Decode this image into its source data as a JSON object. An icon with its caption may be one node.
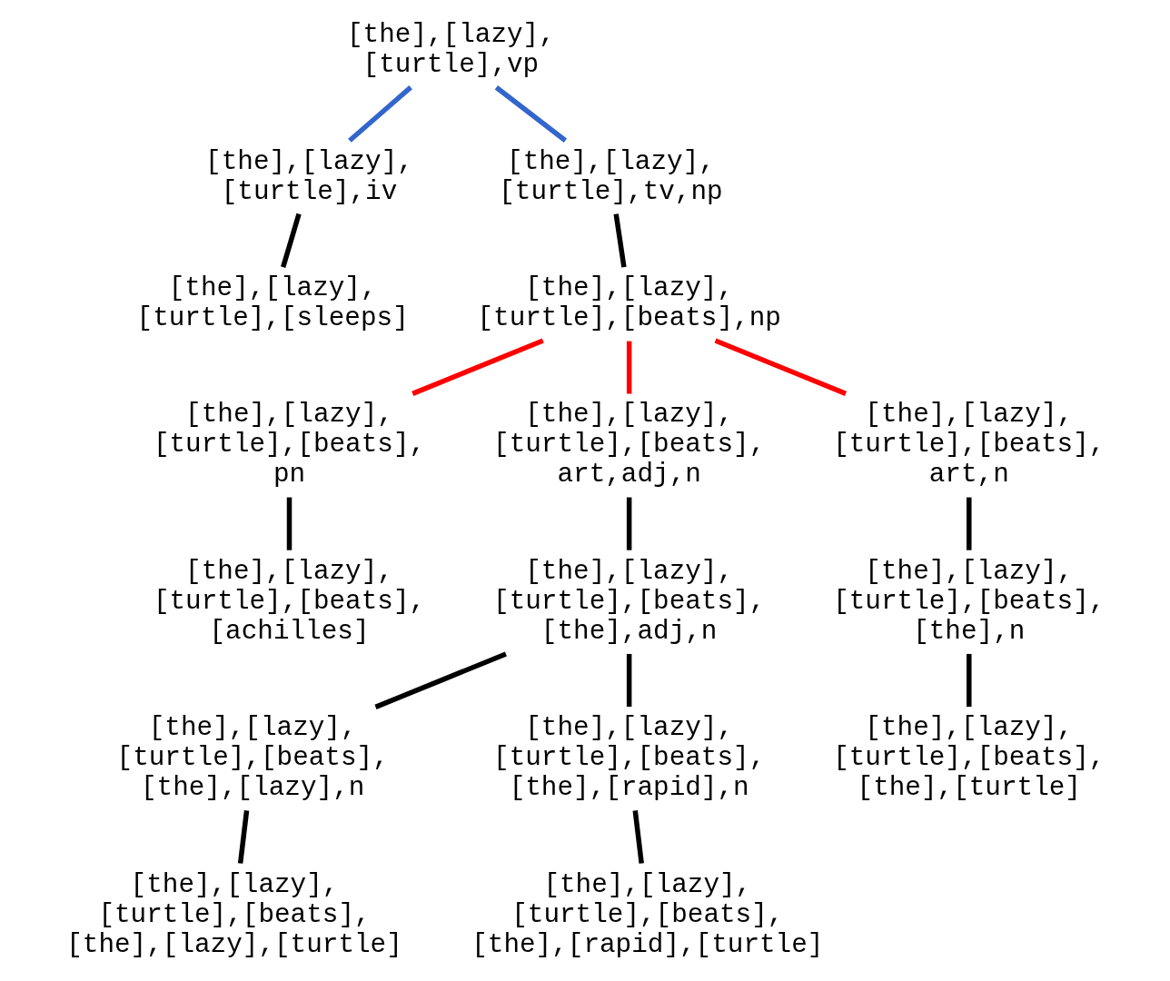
{
  "diagram": {
    "nodes": [
      {
        "text": [
          "[the],[lazy], [turtle],vp"
        ]
      },
      {
        "text": [
          "[the],[lazy], [turtle],iv"
        ]
      },
      {
        "text": [
          "[the],[lazy], [turtle],tv,np"
        ]
      },
      {
        "text": [
          "[the],[lazy], [turtle],[sleeps]"
        ]
      },
      {
        "text": [
          "[the],[lazy], [turtle],[beats],np"
        ]
      },
      {
        "text": [
          "[the],[lazy], [turtle],[beats], pn"
        ]
      },
      {
        "text": [
          "[the],[lazy], [turtle],[beats], art,adj,n"
        ]
      },
      {
        "text": [
          "[the],[lazy], [turtle],[beats], art,n"
        ]
      },
      {
        "text": [
          "[the],[lazy], [turtle],[beats], [achilles]"
        ]
      },
      {
        "text": [
          "[the],[lazy], [turtle],[beats], [the],adj,n"
        ]
      },
      {
        "text": [
          "[the],[lazy], [turtle],[beats], [the],n"
        ]
      },
      {
        "text": [
          "[the],[lazy], [turtle],[beats], [the],[lazy],n"
        ]
      },
      {
        "text": [
          "[the],[lazy], [turtle],[beats], [the],[rapid],n"
        ]
      },
      {
        "text": [
          "[the],[lazy], [turtle],[beats], [the],[turtle]"
        ]
      },
      {
        "text": [
          "[the],[lazy], [turtle],[beats], [the],[lazy],[turtle]"
        ]
      },
      {
        "text": [
          "[the],[lazy], [turtle],[beats], [the],[rapid],[turtle]"
        ]
      }
    ],
    "edges": [
      {
        "from": 0,
        "to": 1,
        "arrow": "none",
        "color": "#3366cc"
      },
      {
        "from": 0,
        "to": 2,
        "arrow": "none",
        "color": "#3366cc"
      },
      {
        "from": 1,
        "to": 3,
        "arrow": "none"
      },
      {
        "from": 2,
        "to": 4,
        "arrow": "none"
      },
      {
        "from": 4,
        "to": 5,
        "arrow": "none",
        "color": "#ff0000"
      },
      {
        "from": 4,
        "to": 6,
        "arrow": "none",
        "color": "#ff0000"
      },
      {
        "from": 4,
        "to": 7,
        "arrow": "none",
        "color": "#ff0000"
      },
      {
        "from": 5,
        "to": 8,
        "arrow": "none"
      },
      {
        "from": 6,
        "to": 9,
        "arrow": "none"
      },
      {
        "from": 7,
        "to": 10,
        "arrow": "none"
      },
      {
        "from": 9,
        "to": 11,
        "arrow": "none"
      },
      {
        "from": 9,
        "to": 12,
        "arrow": "none"
      },
      {
        "from": 10,
        "to": 13,
        "arrow": "none"
      },
      {
        "from": 11,
        "to": 14,
        "arrow": "none"
      },
      {
        "from": 12,
        "to": 15,
        "arrow": "none"
      }
    ]
  }
}
